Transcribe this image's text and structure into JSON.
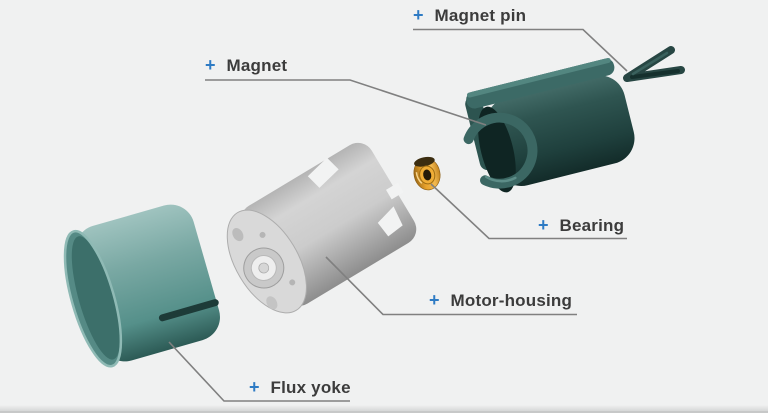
{
  "diagram": {
    "background_color": "#f0f1f1",
    "plus_symbol": "+",
    "accent_color": "#2e7bc4",
    "label_color": "#3c3c3c",
    "leader_line_color": "#808080",
    "labels": [
      {
        "id": "magnet-pin",
        "text": "Magnet pin"
      },
      {
        "id": "magnet",
        "text": "Magnet"
      },
      {
        "id": "bearing",
        "text": "Bearing"
      },
      {
        "id": "motor-housing",
        "text": "Motor-housing"
      },
      {
        "id": "flux-yoke",
        "text": "Flux yoke"
      }
    ],
    "parts": [
      {
        "id": "magnet-pin-part",
        "color": "#274643"
      },
      {
        "id": "magnet-part",
        "color": "#24413e"
      },
      {
        "id": "bearing-part",
        "color": "#e8a832"
      },
      {
        "id": "motor-housing-part",
        "color": "#c6c6c6"
      },
      {
        "id": "flux-yoke-part",
        "color": "#6fa19c"
      }
    ]
  }
}
